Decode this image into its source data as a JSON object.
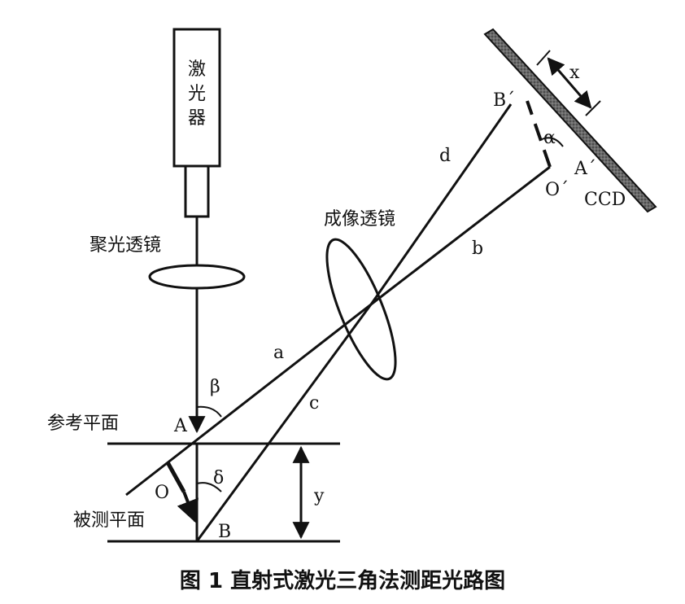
{
  "components": {
    "laser": "激\n光\n器",
    "condenser_lens": "聚光透镜",
    "imaging_lens": "成像透镜",
    "reference_plane": "参考平面",
    "measured_plane": "被测平面",
    "ccd": "CCD"
  },
  "points": {
    "A": "A",
    "B": "B",
    "O": "O",
    "A_prime": "A´",
    "B_prime": "B´",
    "O_prime": "O´"
  },
  "rays": {
    "a": "a",
    "b": "b",
    "c": "c",
    "d": "d"
  },
  "angles": {
    "beta": "β",
    "delta": "δ",
    "alpha": "α"
  },
  "dimensions": {
    "x": "x",
    "y": "y"
  },
  "caption": "图 1  直射式激光三角法测距光路图"
}
